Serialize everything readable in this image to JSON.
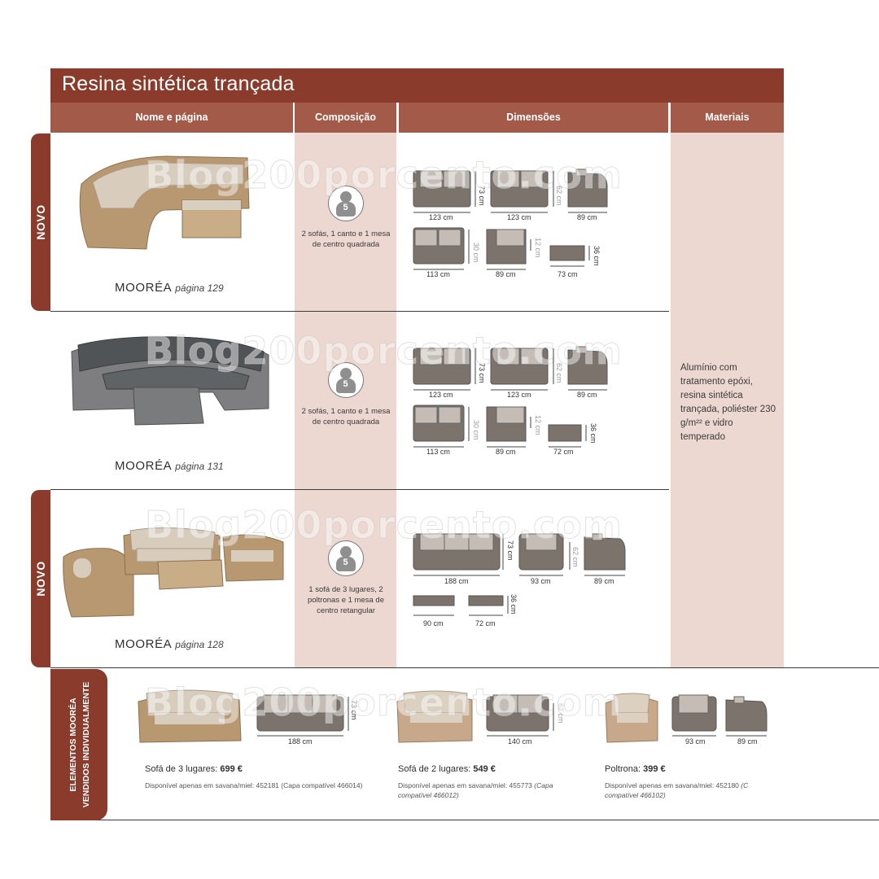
{
  "title": "Resina sintética trançada",
  "headers": {
    "name": "Nome e página",
    "composition": "Composição",
    "dimensions": "Dimensões",
    "materials": "Materiais"
  },
  "tab_new": "NOVO",
  "watermark": "Blog200porcento.com",
  "products": [
    {
      "name": "MOORÉA",
      "page": "página 129",
      "people": "5",
      "composition": "2 sofás, 1 canto e 1 mesa de centro quadrada",
      "dims": {
        "a": "123 cm",
        "b": "123 cm",
        "c": "89 cm",
        "d": "113 cm",
        "e": "89 cm",
        "f": "73 cm",
        "h1": "73 cm",
        "h2": "62 cm",
        "h3": "30 cm",
        "h4": "12 cm",
        "h5": "36 cm"
      }
    },
    {
      "name": "MOORÉA",
      "page": "página 131",
      "people": "5",
      "composition": "2 sofás, 1 canto e 1 mesa de centro quadrada",
      "dims": {
        "a": "123 cm",
        "b": "123 cm",
        "c": "89 cm",
        "d": "113 cm",
        "e": "89 cm",
        "f": "72 cm",
        "h1": "73 cm",
        "h2": "62 cm",
        "h3": "30 cm",
        "h4": "12 cm",
        "h5": "36 cm"
      }
    },
    {
      "name": "MOORÉA",
      "page": "página 128",
      "people": "5",
      "composition": "1 sofá de 3 lugares, 2 poltronas e 1 mesa de centro retangular",
      "dims": {
        "a": "188 cm",
        "b": "93 cm",
        "c": "89 cm",
        "d": "90 cm",
        "e": "72 cm",
        "h1": "73 cm",
        "h2": "62 cm",
        "h5": "36 cm"
      }
    }
  ],
  "materials": "Alumínio com tratamento epóxi, resina sintética trançada, poliéster 230 g/m²² e vidro temperado",
  "individual": {
    "tab_line1": "ELEMENTOS MOORÉA",
    "tab_line2": "VENDIDOS INDIVIDUALMENTE",
    "items": [
      {
        "label": "Sofá de 3 lugares:",
        "price": "699 €",
        "avail": "Disponível apenas em savana/miel: 452181 (Capa compatível 466014)",
        "dim1": "188 cm",
        "dimh": "73 cm"
      },
      {
        "label": "Sofá de 2 lugares:",
        "price": "549 €",
        "avail_a": "Disponível apenas em savana/miel: 455773 ",
        "avail_b": "(Capa compatível 466012)",
        "dim1": "140 cm",
        "dimh": "62 cm"
      },
      {
        "label": "Poltrona:",
        "price": "399 €",
        "avail_a": "Disponível apenas em savana/miel: 452180 ",
        "avail_b": "(C compatível 466102)",
        "dim1": "93 cm",
        "dim2": "89 cm"
      }
    ]
  },
  "colors": {
    "brand": "#8a3b2c",
    "header": "#a35a48",
    "column": "#ecd8d0",
    "sofa": "#7b736c",
    "cushion": "#b3aba3"
  }
}
